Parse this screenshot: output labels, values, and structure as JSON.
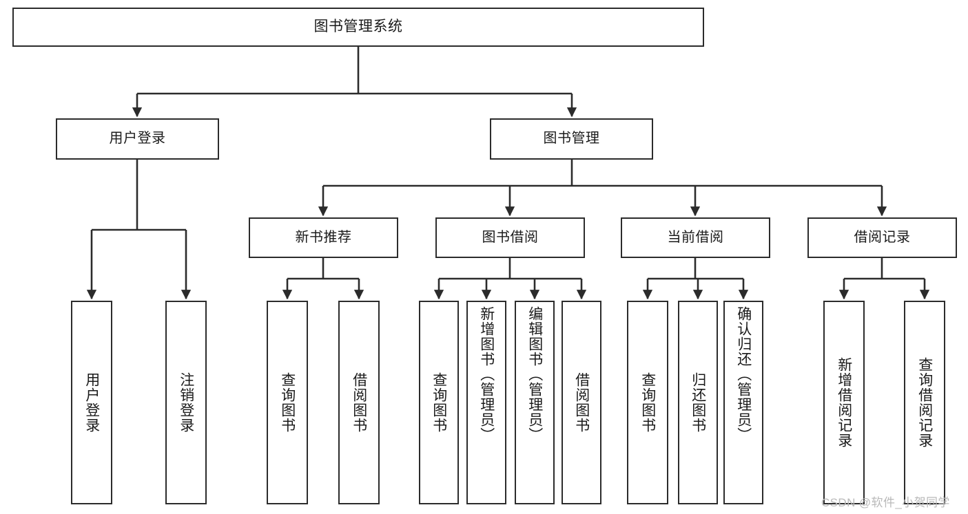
{
  "diagram": {
    "title": "图书管理系统",
    "watermark": "CSDN @软件_小贺同学",
    "colors": {
      "stroke": "#2b2b2b",
      "background": "#ffffff",
      "text": "#1a1a1a",
      "watermark": "#b9b9b9"
    },
    "root": {
      "label": "图书管理系统"
    },
    "level1": [
      {
        "label": "用户登录"
      },
      {
        "label": "图书管理"
      }
    ],
    "level2": [
      {
        "label": "新书推荐"
      },
      {
        "label": "图书借阅"
      },
      {
        "label": "当前借阅"
      },
      {
        "label": "借阅记录"
      }
    ],
    "leaves": {
      "user_login": [
        {
          "label": "用户登录"
        },
        {
          "label": "注销登录"
        }
      ],
      "new_book_recommend": [
        {
          "label": "查询图书"
        },
        {
          "label": "借阅图书"
        }
      ],
      "book_borrow": [
        {
          "label": "查询图书"
        },
        {
          "label": "新增图书（管理员）"
        },
        {
          "label": "编辑图书（管理员）"
        },
        {
          "label": "借阅图书"
        }
      ],
      "current_borrow": [
        {
          "label": "查询图书"
        },
        {
          "label": "归还图书"
        },
        {
          "label": "确认归还（管理员）"
        }
      ],
      "borrow_record": [
        {
          "label": "新增借阅记录"
        },
        {
          "label": "查询借阅记录"
        }
      ]
    }
  }
}
